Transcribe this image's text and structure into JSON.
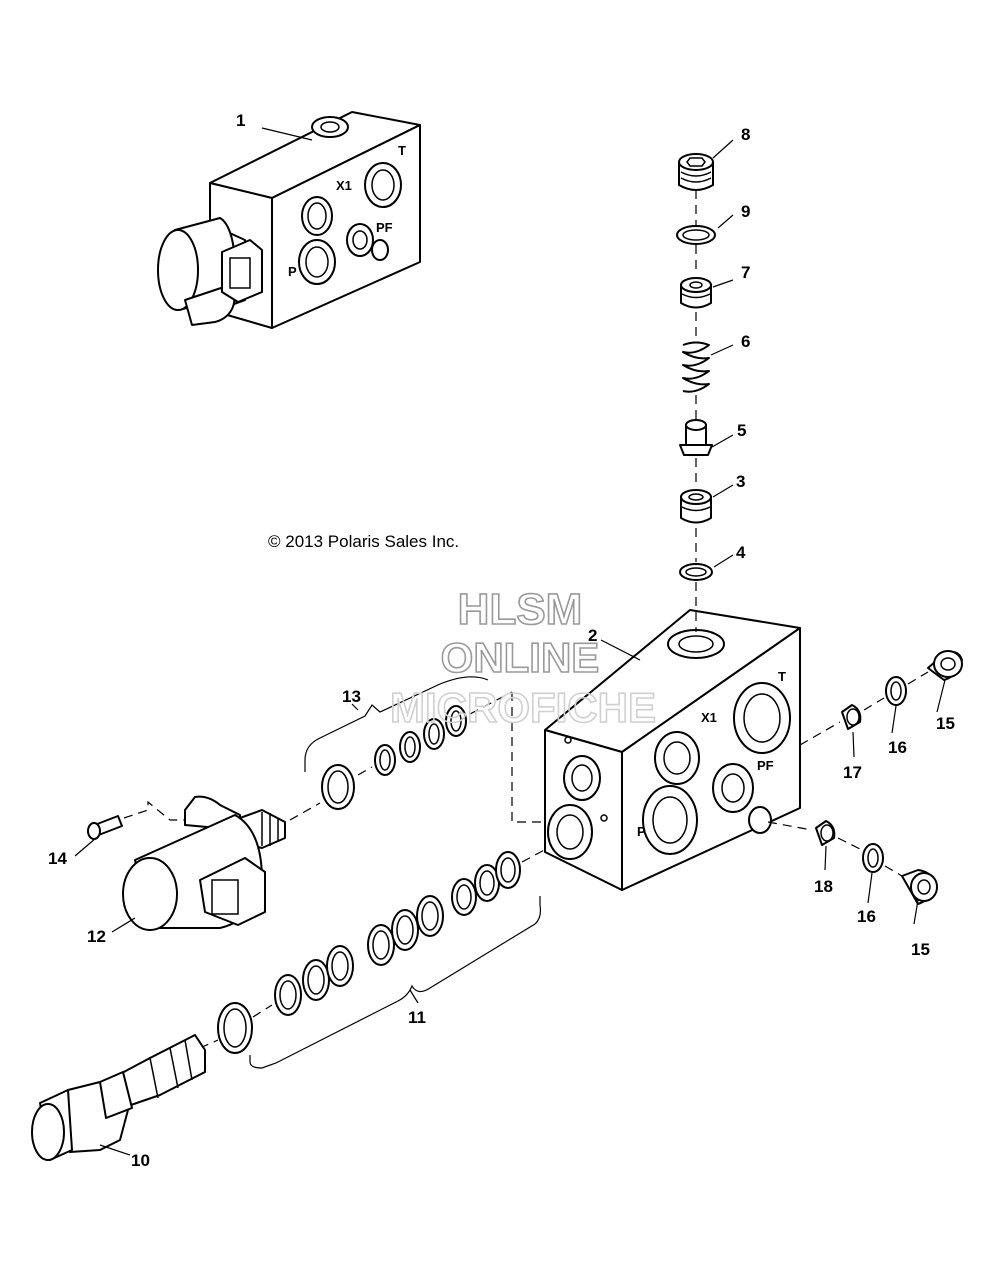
{
  "copyright": "© 2013 Polaris Sales Inc.",
  "watermark": {
    "line1": "HLSM",
    "line2": "ONLINE",
    "line3": "MICROFICHE"
  },
  "port_labels": {
    "t": "T",
    "x1": "X1",
    "pf": "PF",
    "p": "P"
  },
  "callouts": {
    "c1": "1",
    "c2": "2",
    "c3": "3",
    "c4": "4",
    "c5": "5",
    "c6": "6",
    "c7": "7",
    "c8": "8",
    "c9": "9",
    "c10": "10",
    "c11": "11",
    "c12": "12",
    "c13": "13",
    "c14": "14",
    "c15a": "15",
    "c15b": "15",
    "c16a": "16",
    "c16b": "16",
    "c17": "17",
    "c18": "18"
  }
}
